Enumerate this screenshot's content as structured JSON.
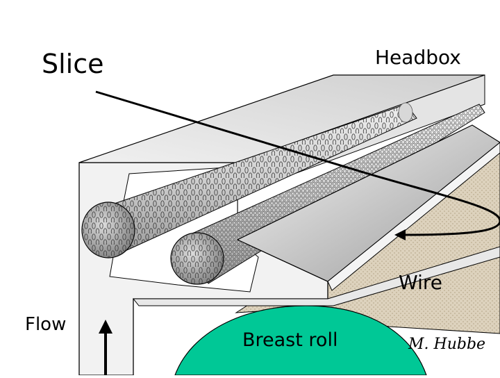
{
  "diagram": {
    "labels": {
      "slice": "Slice",
      "headbox": "Headbox",
      "wire": "Wire",
      "flow": "Flow",
      "breast_roll": "Breast roll",
      "author": "M. Hubbe"
    },
    "colors": {
      "outline": "#000000",
      "housing_face": "#f2f2f2",
      "housing_top": "#e6e6e6",
      "wire_fabric": "#ddd2bd",
      "breast_roll": "#00c896",
      "tube_fill": "#d6d6d6",
      "tube_dark": "#8c8c8c",
      "slice_blade_light": "#f4f4f4",
      "slice_blade_dark": "#9a9a9a"
    }
  }
}
